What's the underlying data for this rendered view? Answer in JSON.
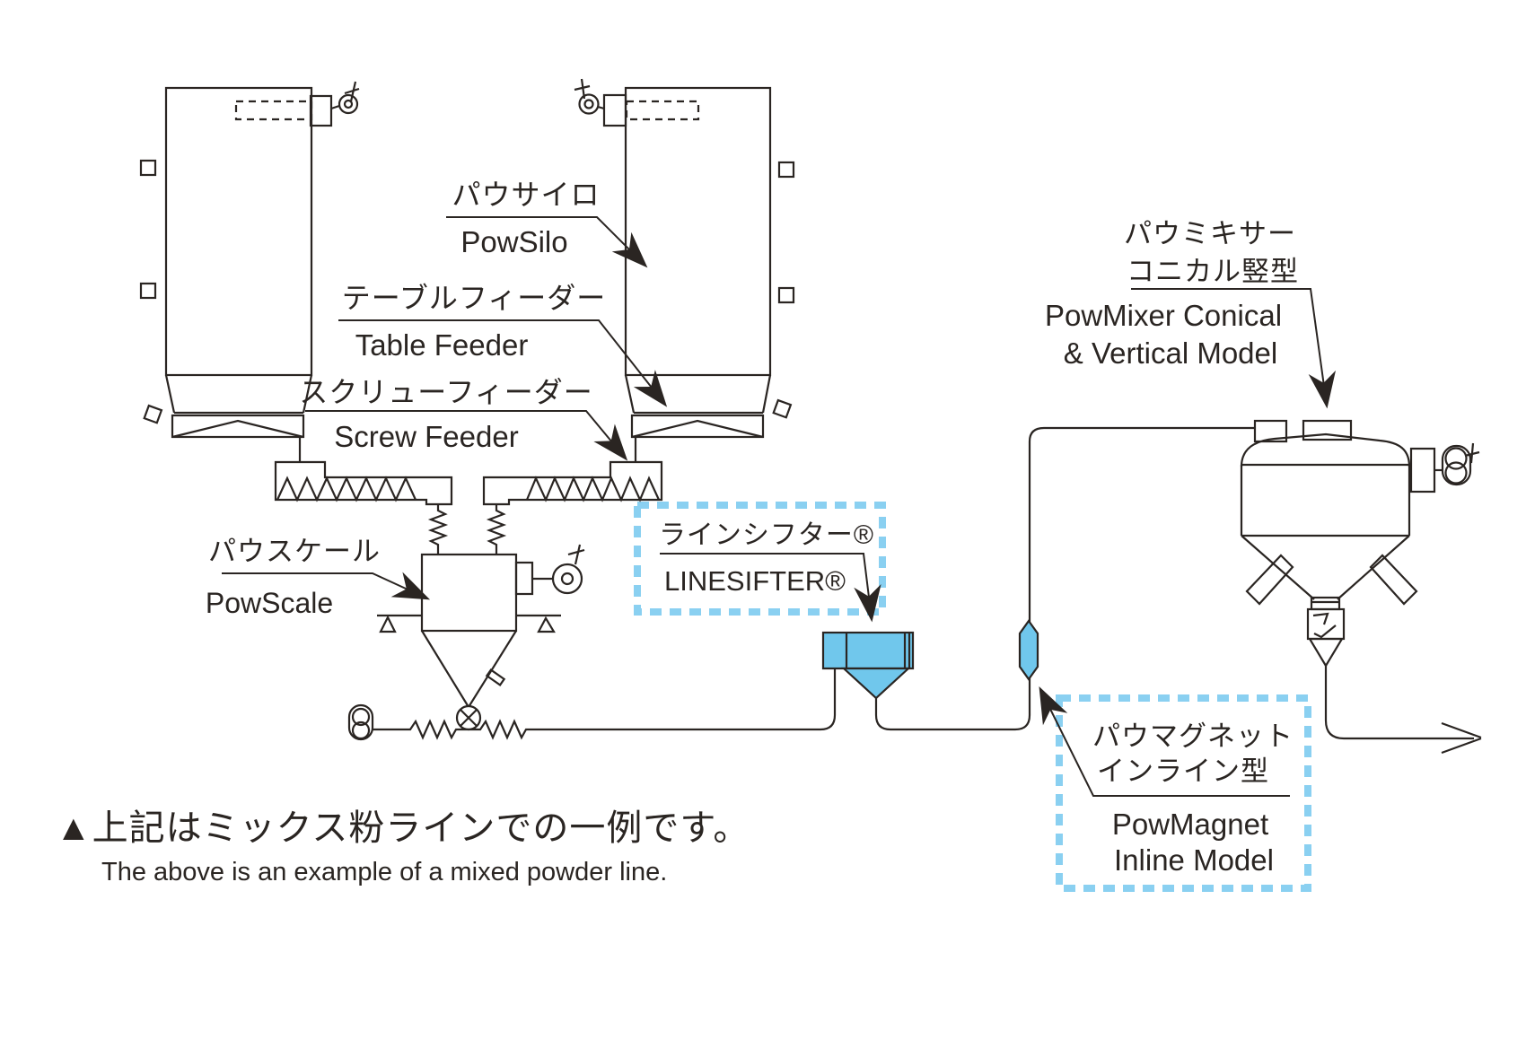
{
  "colors": {
    "line": "#2a2522",
    "highlight_fill": "#70c7ec",
    "highlight_dash": "#8ad0f1"
  },
  "labels": {
    "powsilo": {
      "jp": "パウサイロ",
      "en": "PowSilo"
    },
    "table_feeder": {
      "jp": "テーブルフィーダー",
      "en": "Table Feeder"
    },
    "screw_feeder": {
      "jp": "スクリューフィーダー",
      "en": "Screw Feeder"
    },
    "powscale": {
      "jp": "パウスケール",
      "en": "PowScale"
    },
    "linesifter": {
      "jp": "ラインシフター®",
      "en": "LINESIFTER®"
    },
    "powmixer": {
      "jp1": "パウミキサー",
      "jp2": "コニカル竪型",
      "en1": "PowMixer Conical",
      "en2": "& Vertical Model"
    },
    "powmagnet": {
      "jp1": "パウマグネット",
      "jp2": "インライン型",
      "en1": "PowMagnet",
      "en2": "Inline Model"
    }
  },
  "note": {
    "jp": "▲上記はミックス粉ラインでの一例です。",
    "en": "The above is an example of a mixed powder line."
  }
}
